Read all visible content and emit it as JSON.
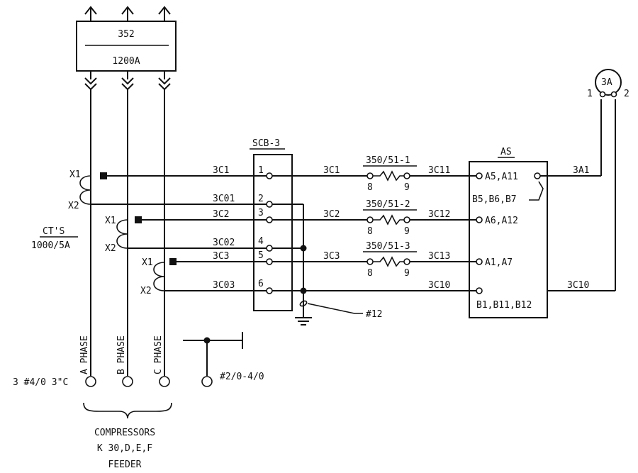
{
  "breaker": {
    "id": "352",
    "rating": "1200A"
  },
  "ct": {
    "label": "CT'S",
    "ratio": "1000/5A",
    "x1": "X1",
    "x2": "X2"
  },
  "scb": {
    "title": "SCB-3",
    "terminals": [
      "1",
      "2",
      "3",
      "4",
      "5",
      "6"
    ]
  },
  "wires": {
    "w3c1": "3C1",
    "w3c01": "3C01",
    "w3c2": "3C2",
    "w3c02": "3C02",
    "w3c3": "3C3",
    "w3c03": "3C03",
    "w3c11": "3C11",
    "w3c12": "3C12",
    "w3c13": "3C13",
    "w3c10": "3C10",
    "w3a1": "3A1"
  },
  "relays": [
    {
      "name": "350/51-1",
      "pin_a": "8",
      "pin_b": "9"
    },
    {
      "name": "350/51-2",
      "pin_a": "8",
      "pin_b": "9"
    },
    {
      "name": "350/51-3",
      "pin_a": "8",
      "pin_b": "9"
    }
  ],
  "as_switch": {
    "title": "AS",
    "row1": "A5,A11",
    "row1b": "B5,B6,B7",
    "row2": "A6,A12",
    "row3": "A1,A7",
    "row4": "B1,B11,B12"
  },
  "ammeter": {
    "label": "3A",
    "pin1": "1",
    "pin2": "2"
  },
  "ground_wire": "#12",
  "phases": [
    "A PHASE",
    "B PHASE",
    "C PHASE"
  ],
  "feeder_cable": "3 #4/0 3\"C",
  "tee_cable": "#2/0-4/0",
  "load": {
    "line1": "COMPRESSORS",
    "line2": "K 30,D,E,F",
    "line3": "FEEDER"
  }
}
